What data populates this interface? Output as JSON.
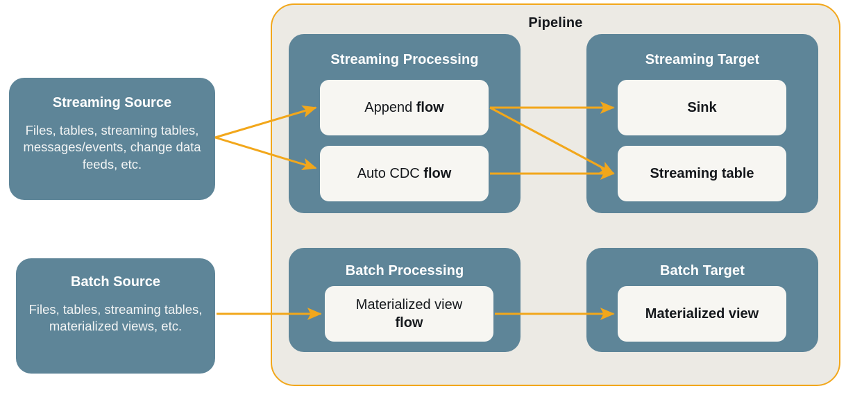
{
  "theme": {
    "teal": "#5E8598",
    "orange": "#F2A71B",
    "pipeline_bg": "#ECEAE4",
    "card_bg": "#F7F6F2",
    "page_bg": "#FFFFFF",
    "text_dark": "#15181C",
    "text_light": "#FFFFFF"
  },
  "pipeline": {
    "title": "Pipeline"
  },
  "sources": [
    {
      "id": "streaming-source",
      "title": "Streaming Source",
      "description": "Files, tables, streaming tables, messages/events, change data feeds, etc."
    },
    {
      "id": "batch-source",
      "title": "Batch Source",
      "description": "Files, tables, streaming tables, materialized views, etc."
    }
  ],
  "groups": [
    {
      "id": "streaming-processing",
      "title": "Streaming Processing",
      "cards": [
        {
          "id": "card-append",
          "text_plain": "Append flow",
          "text_normal": "Append ",
          "text_bold": "flow"
        },
        {
          "id": "card-autocdc",
          "text_plain": "Auto CDC flow",
          "text_normal": "Auto CDC ",
          "text_bold": "flow"
        }
      ]
    },
    {
      "id": "streaming-target",
      "title": "Streaming Target",
      "cards": [
        {
          "id": "card-sink",
          "text_plain": "Sink",
          "text_bold": "Sink"
        },
        {
          "id": "card-stream-table",
          "text_plain": "Streaming table",
          "text_bold": "Streaming table"
        }
      ]
    },
    {
      "id": "batch-processing",
      "title": "Batch Processing",
      "cards": [
        {
          "id": "card-mv-flow",
          "text_plain": "Materialized view flow",
          "text_normal": "Materialized view",
          "text_bold": "flow"
        }
      ]
    },
    {
      "id": "batch-target",
      "title": "Batch Target",
      "cards": [
        {
          "id": "card-mv-target",
          "text_plain": "Materialized view",
          "text_bold": "Materialized view"
        }
      ]
    }
  ],
  "connections": [
    {
      "id": "streaming-source-to-append",
      "from": "Streaming Source",
      "to": "Append flow"
    },
    {
      "id": "streaming-source-to-autocdc",
      "from": "Streaming Source",
      "to": "Auto CDC flow"
    },
    {
      "id": "append-flow-to-sink",
      "from": "Append flow",
      "to": "Sink"
    },
    {
      "id": "append-flow-to-streaming-table",
      "from": "Append flow",
      "to": "Streaming table"
    },
    {
      "id": "auto-cdc-flow-to-streaming-table",
      "from": "Auto CDC flow",
      "to": "Streaming table"
    },
    {
      "id": "batch-source-to-mv-flow",
      "from": "Batch Source",
      "to": "Materialized view flow"
    },
    {
      "id": "mv-flow-to-mv-target",
      "from": "Materialized view flow",
      "to": "Materialized view"
    }
  ]
}
